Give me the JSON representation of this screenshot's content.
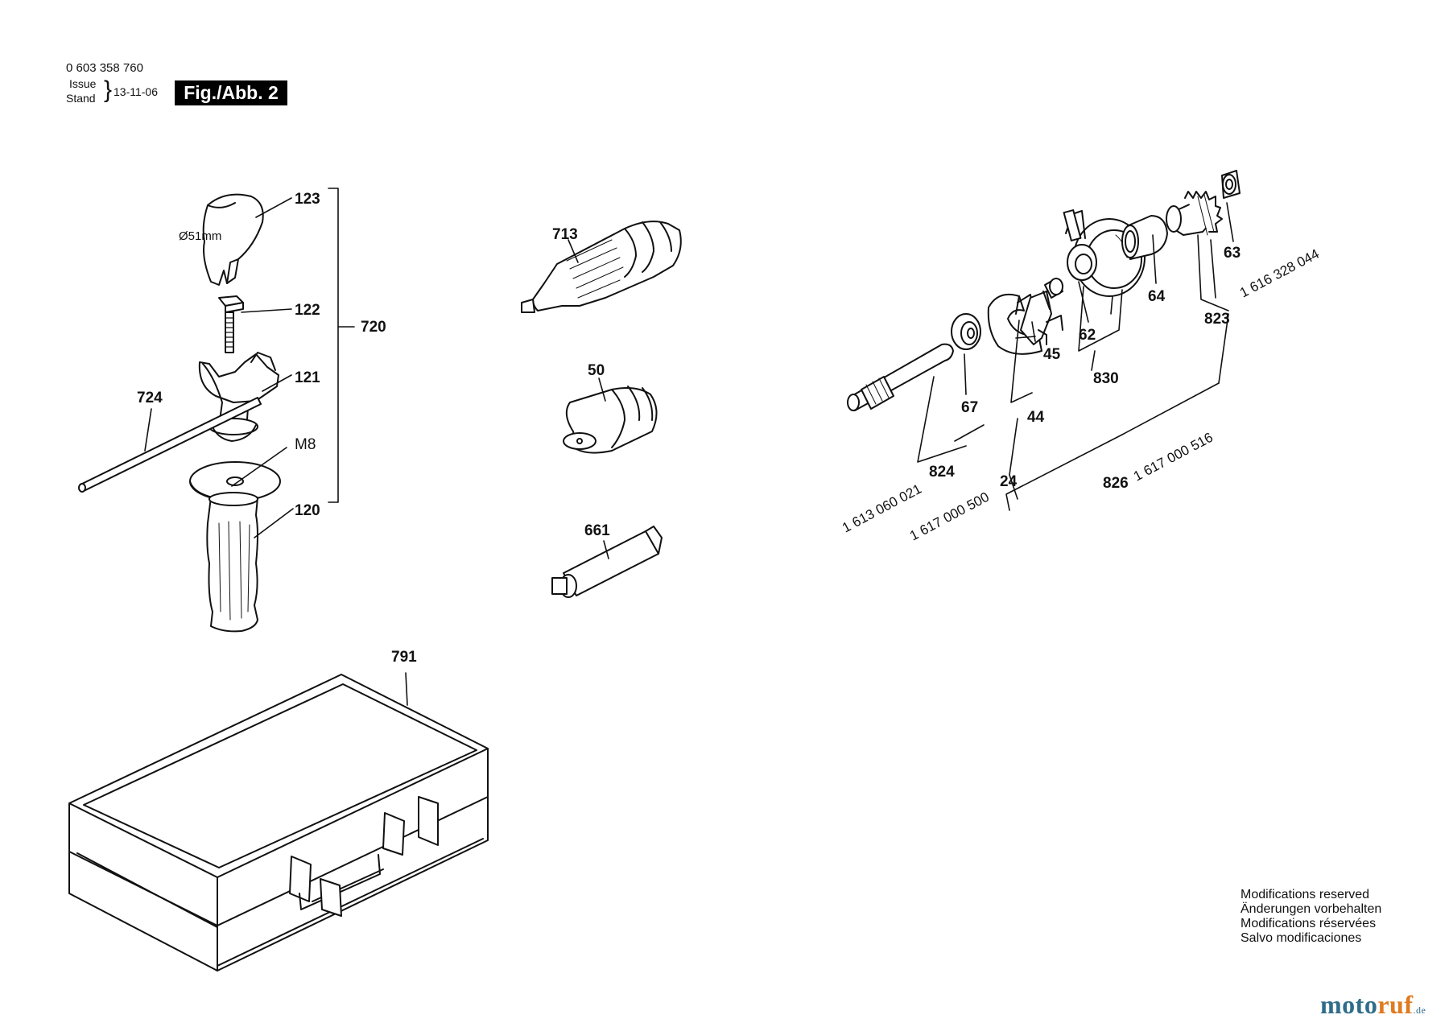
{
  "header": {
    "doc_number": "0 603 358 760",
    "issue_label": "Issue",
    "stand_label": "Stand",
    "date": "13-11-06",
    "figure_label": "Fig./Abb. 2"
  },
  "parts": {
    "p123": "123",
    "p122": "122",
    "p121": "121",
    "p120": "120",
    "p720": "720",
    "p724": "724",
    "m8": "M8",
    "dia": "Ø51mm",
    "p713": "713",
    "p50": "50",
    "p661": "661",
    "p791": "791",
    "p63": "63",
    "p64": "64",
    "p62": "62",
    "p830": "830",
    "p45": "45",
    "p44": "44",
    "p67": "67",
    "p823": "823",
    "p824": "824",
    "p24": "24",
    "p826": "826"
  },
  "part_numbers": {
    "kit_823": "1 616 328 044",
    "kit_824": "1 613 060 021",
    "kit_24": "1 617 000 500",
    "kit_826": "1 617 000 516"
  },
  "notes": [
    "Modifications reserved",
    "Änderungen vorbehalten",
    "Modifications réservées",
    "Salvo modificaciones"
  ],
  "brand": {
    "name_a": "moto",
    "name_b": "ruf",
    "tld": ".de"
  }
}
